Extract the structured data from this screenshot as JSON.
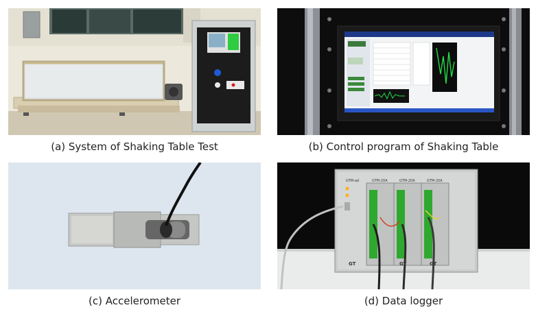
{
  "figure": {
    "panels": [
      {
        "caption": "(a) System of Shaking Table Test"
      },
      {
        "caption": "(b) Control program of Shaking Table"
      },
      {
        "caption": "(c) Accelerometer"
      },
      {
        "caption": "(d) Data logger"
      }
    ]
  },
  "logger": {
    "module_labels": [
      "GTM-ad",
      "GTM-20A",
      "GTM-20A",
      "GTM-20A"
    ],
    "logo": "GT"
  },
  "colors": {
    "screen_blue": "#1d3a8a",
    "monitor_bezel": "#1a1a1a",
    "terminal_green": "#2fa82f",
    "waveform_green": "#22dd44"
  }
}
